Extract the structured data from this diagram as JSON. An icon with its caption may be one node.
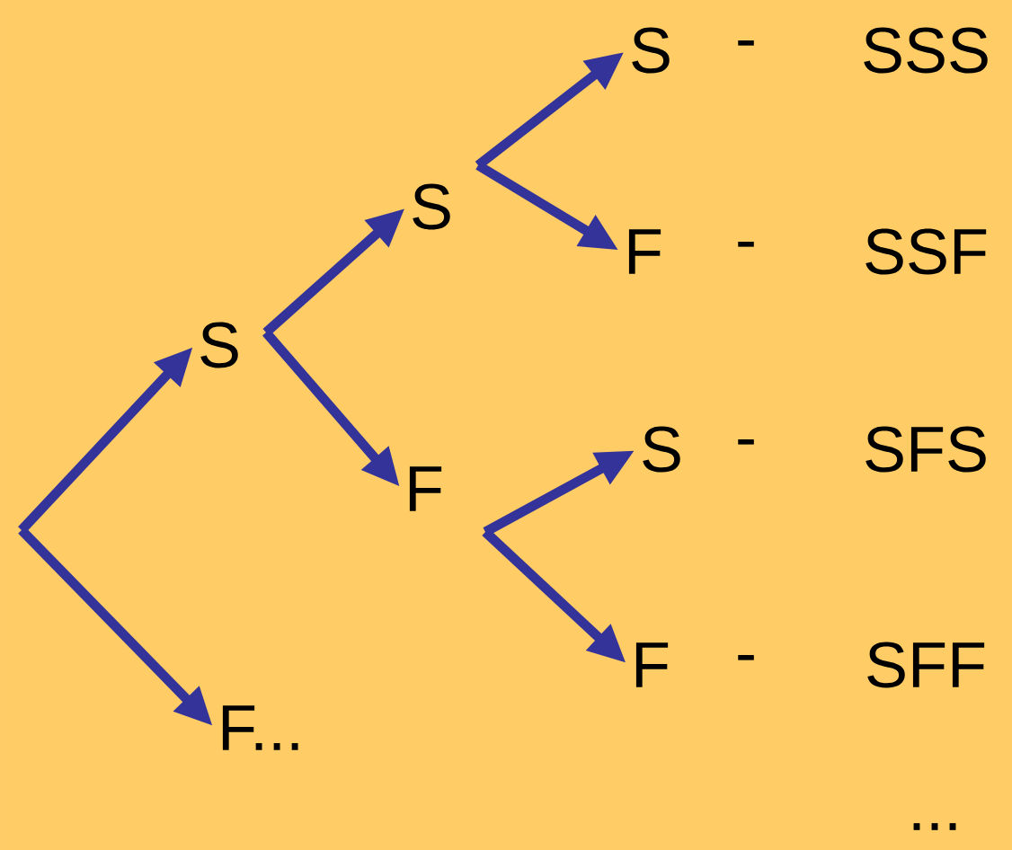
{
  "diagram": {
    "nodes": [
      {
        "text": [
          "S"
        ]
      },
      {
        "text": [
          "F..."
        ]
      },
      {
        "text": [
          "S"
        ]
      },
      {
        "text": [
          "F"
        ]
      },
      {
        "text": [
          "S"
        ],
        "beside": [
          "-",
          "SSS"
        ]
      },
      {
        "text": [
          "F"
        ],
        "beside": [
          "-",
          "SSF"
        ]
      },
      {
        "text": [
          "S"
        ],
        "beside": [
          "-",
          "SFS"
        ]
      },
      {
        "text": [
          "F"
        ],
        "beside": [
          "-",
          "SFF"
        ]
      }
    ],
    "edges": [
      {
        "from": null,
        "to": 0,
        "arrow": "to"
      },
      {
        "from": null,
        "to": 1,
        "arrow": "to"
      },
      {
        "from": 0,
        "to": 2,
        "arrow": "to"
      },
      {
        "from": 0,
        "to": 3,
        "arrow": "to"
      },
      {
        "from": 2,
        "to": 4,
        "arrow": "to"
      },
      {
        "from": 2,
        "to": 5,
        "arrow": "to"
      },
      {
        "from": 3,
        "to": 6,
        "arrow": "to"
      },
      {
        "from": 3,
        "to": 7,
        "arrow": "to"
      }
    ],
    "labels": [
      "..."
    ]
  }
}
